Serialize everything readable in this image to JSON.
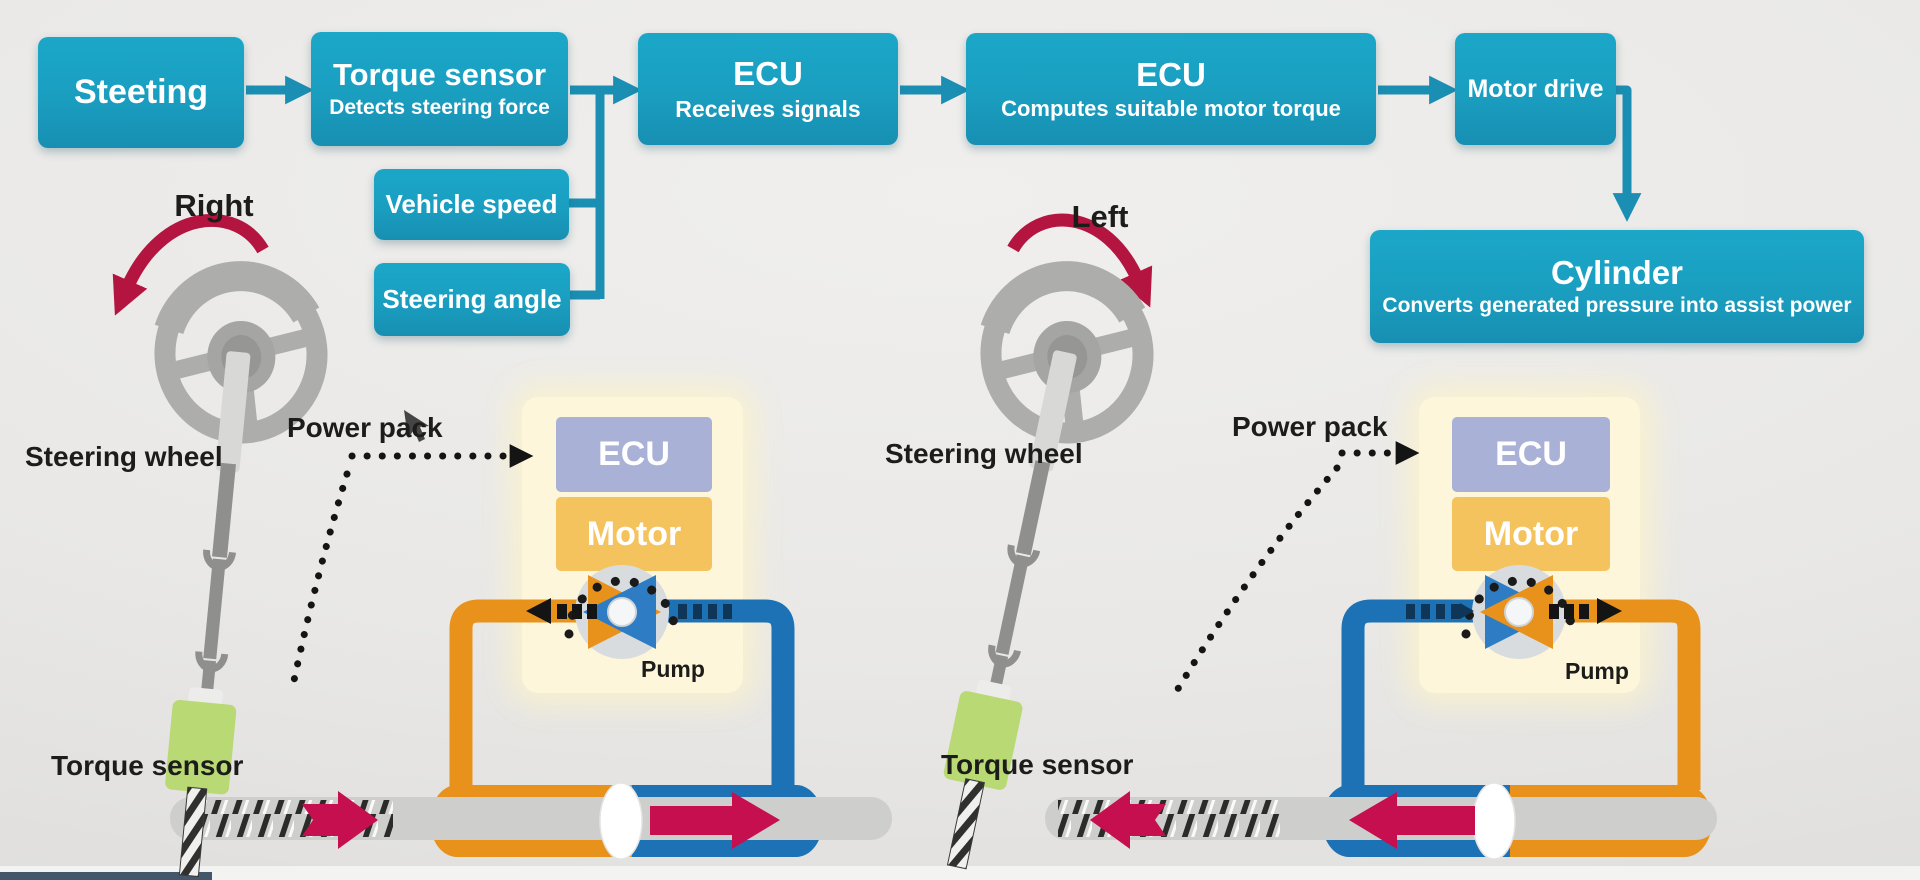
{
  "flowchart": {
    "boxes": {
      "steering": {
        "label": "Steeting"
      },
      "torque_sensor": {
        "label": "Torque sensor",
        "sublabel": "Detects steering force"
      },
      "ecu_receive": {
        "label": "ECU",
        "sublabel": "Receives signals"
      },
      "ecu_compute": {
        "label": "ECU",
        "sublabel": "Computes suitable motor torque"
      },
      "motor_drive": {
        "label": "Motor drive"
      },
      "cylinder": {
        "label": "Cylinder",
        "sublabel": "Converts generated pressure into assist power"
      },
      "vehicle_speed": {
        "label": "Vehicle speed"
      },
      "steering_angle": {
        "label": "Steering angle"
      }
    }
  },
  "left_diagram": {
    "turn_label": "Right",
    "steering_wheel_label": "Steering wheel",
    "power_pack_label": "Power pack",
    "torque_sensor_label": "Torque sensor",
    "pump_label": "Pump",
    "ecu_label": "ECU",
    "motor_label": "Motor"
  },
  "right_diagram": {
    "turn_label": "Left",
    "steering_wheel_label": "Steering wheel",
    "power_pack_label": "Power pack",
    "torque_sensor_label": "Torque sensor",
    "pump_label": "Pump",
    "ecu_label": "ECU",
    "motor_label": "Motor"
  },
  "colors": {
    "teal_box": "#1a9ec0",
    "teal_connector": "#1b8fb3",
    "pipe_orange": "#e8921c",
    "pipe_blue": "#1d72b5",
    "flow_dash_navy": "#0f3557",
    "assist_arrow_crimson": "#c50f4e",
    "turn_arc_red": "#b31540",
    "torque_sensor_green": "#b9d974",
    "ecu_pod_lavender": "#a9b2d6",
    "motor_pod_amber": "#f5c35e",
    "power_pack_cream": "#fdf6da",
    "rack_gray": "#cecfcd",
    "wheel_gray": "#adadab",
    "label_ink": "#1c1c1a",
    "background": "#e9e8e6"
  }
}
